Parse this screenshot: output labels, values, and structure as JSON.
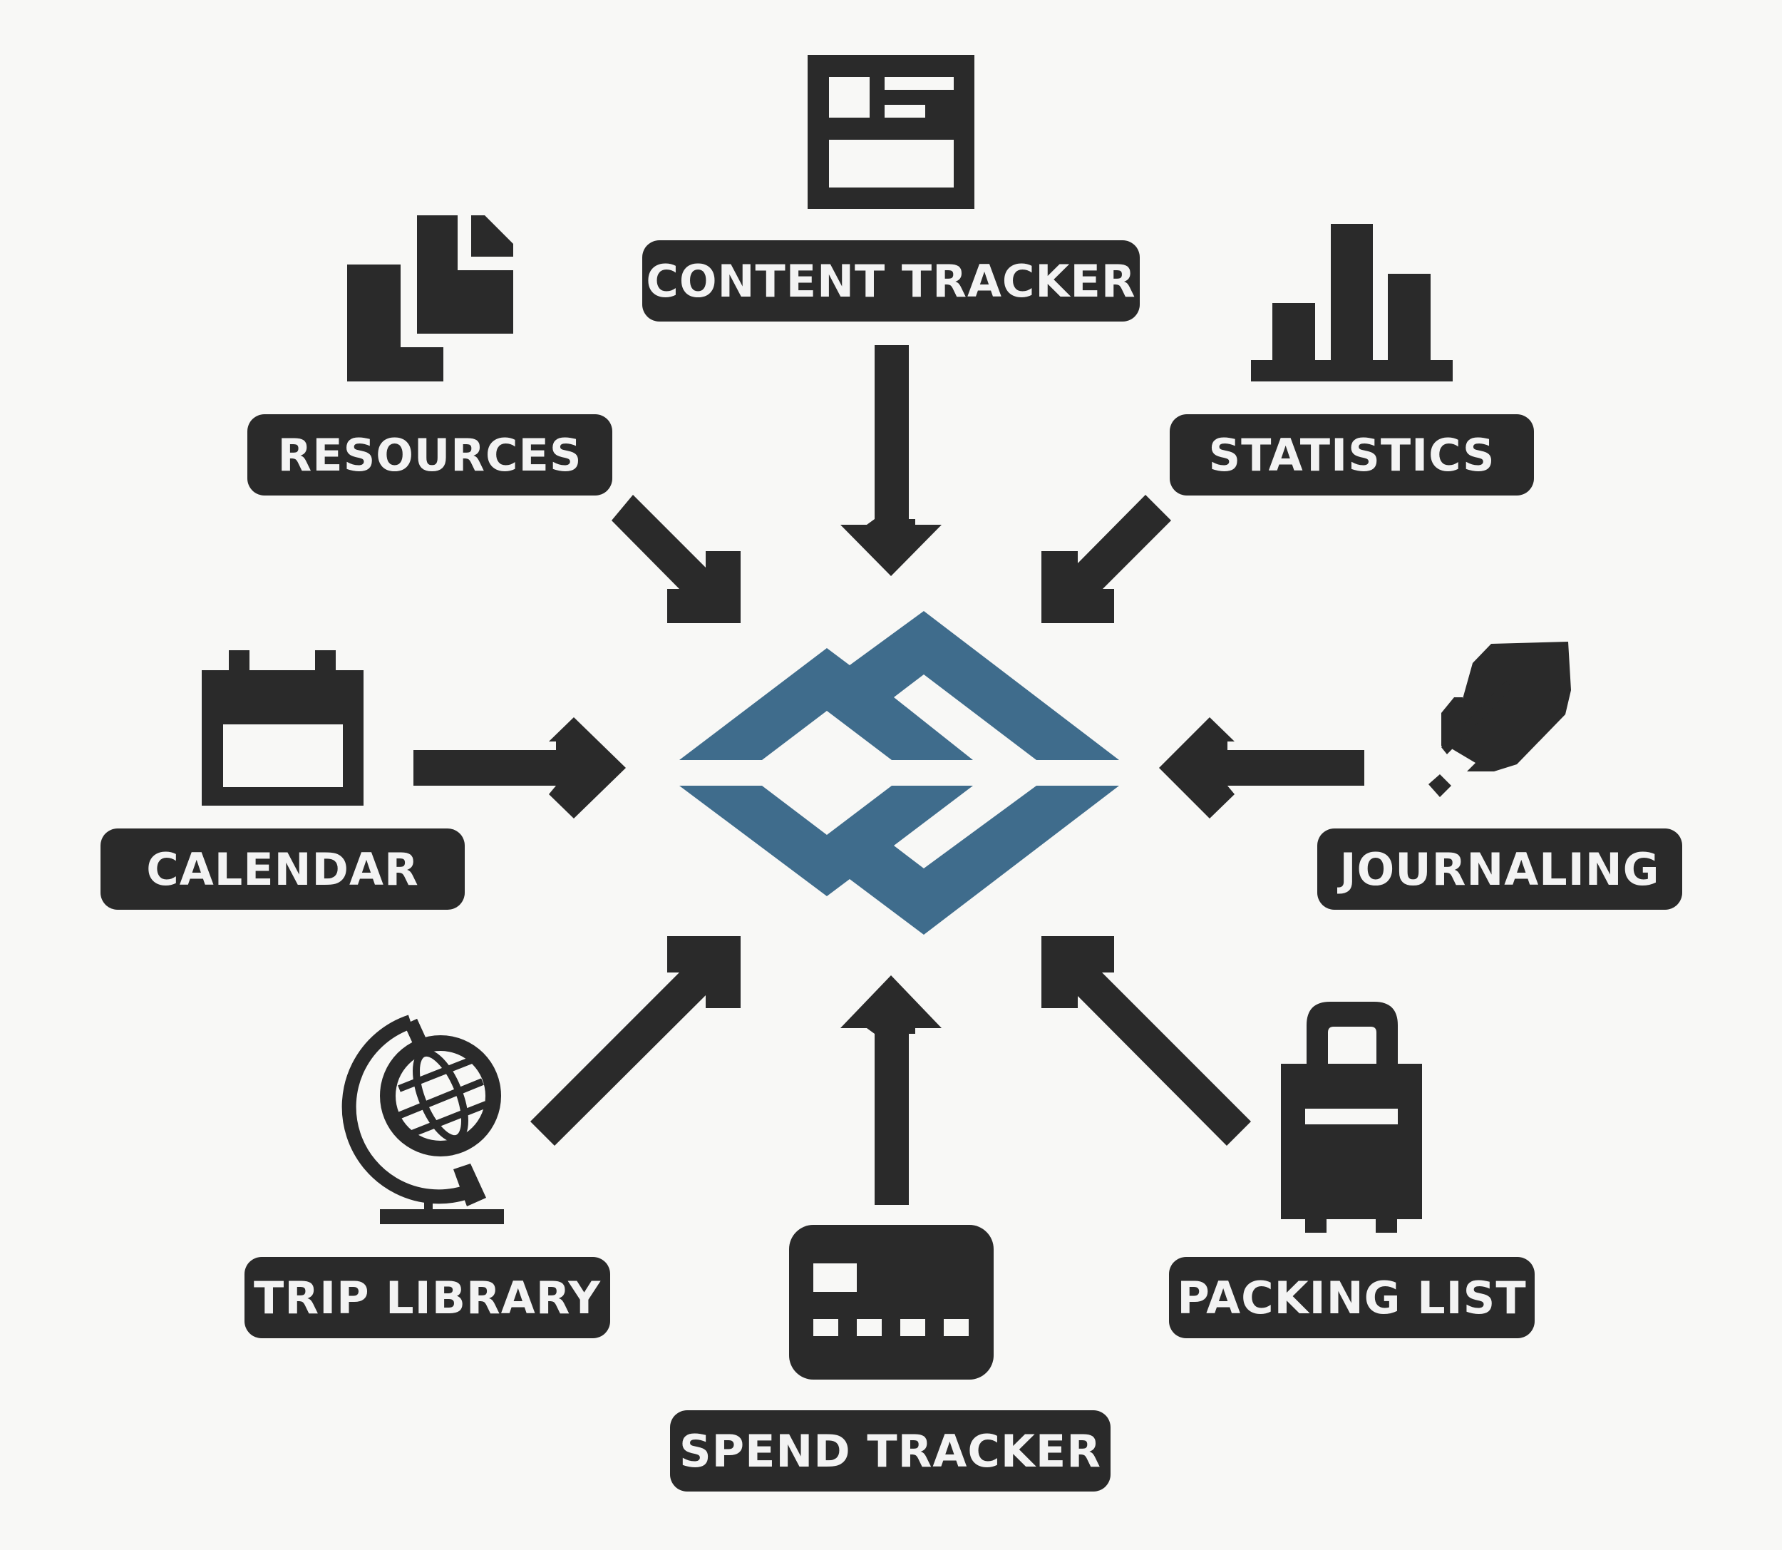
{
  "colors": {
    "background": "#f8f8f6",
    "dark": "#2a2a2a",
    "label_text": "#f3f3f3",
    "logo_blue": "#3f6c8c"
  },
  "center_logo": "interlocking-diamond-logo",
  "nodes": [
    {
      "id": "content-tracker",
      "label": "CONTENT TRACKER",
      "icon": "layout-icon"
    },
    {
      "id": "resources",
      "label": "RESOURCES",
      "icon": "documents-icon"
    },
    {
      "id": "statistics",
      "label": "STATISTICS",
      "icon": "bar-chart-icon"
    },
    {
      "id": "calendar",
      "label": "CALENDAR",
      "icon": "calendar-icon"
    },
    {
      "id": "journaling",
      "label": "JOURNALING",
      "icon": "feather-pen-icon"
    },
    {
      "id": "trip-library",
      "label": "TRIP LIBRARY",
      "icon": "globe-icon"
    },
    {
      "id": "spend-tracker",
      "label": "SPEND TRACKER",
      "icon": "credit-card-icon"
    },
    {
      "id": "packing-list",
      "label": "PACKING LIST",
      "icon": "suitcase-icon"
    }
  ]
}
